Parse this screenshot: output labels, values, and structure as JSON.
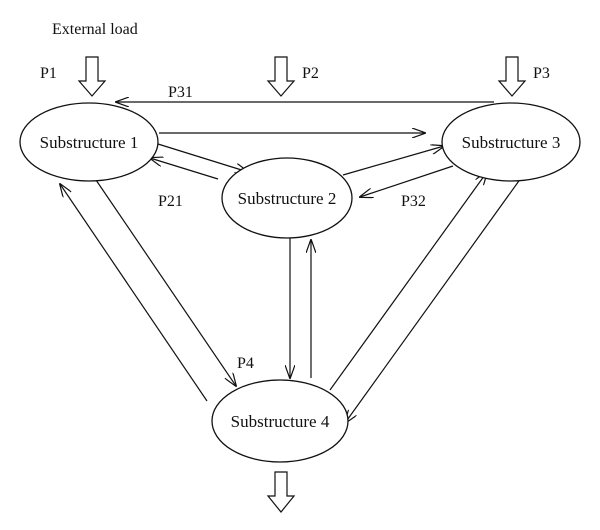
{
  "labels": {
    "external_load": "External load",
    "p1": "P1",
    "p2": "P2",
    "p3": "P3",
    "p4": "P4",
    "p21": "P21",
    "p31": "P31",
    "p32": "P32"
  },
  "nodes": {
    "sub1": "Substructure 1",
    "sub2": "Substructure 2",
    "sub3": "Substructure 3",
    "sub4": "Substructure 4"
  },
  "colors": {
    "stroke": "#111111",
    "background": "#ffffff"
  }
}
